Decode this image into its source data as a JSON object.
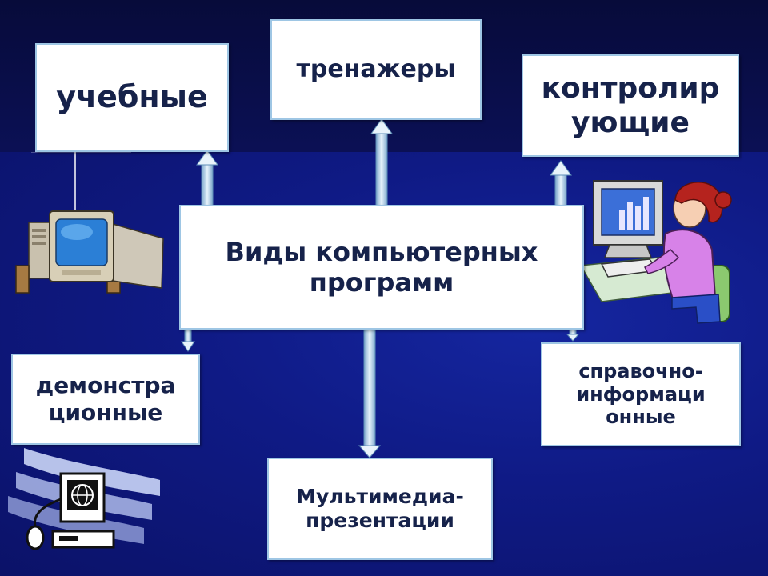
{
  "diagram": {
    "center": {
      "label": "Виды компьютерных программ"
    },
    "nodes": {
      "educational": "учебные",
      "trainers": "тренажеры",
      "controlling": "контролир ующие",
      "demonstration": "демонстра ционные",
      "multimedia": "Мультимедиа-презентации",
      "reference": "справочно-информаци онные"
    }
  },
  "colors": {
    "background": "#0f1a7a",
    "box_fill": "#ffffff",
    "box_border": "#9ec6e4",
    "text": "#16224a",
    "arrow": "#a9cbe8"
  },
  "clipart": [
    "desktop-computer-icon",
    "person-at-computer-icon",
    "retro-computer-icon"
  ]
}
